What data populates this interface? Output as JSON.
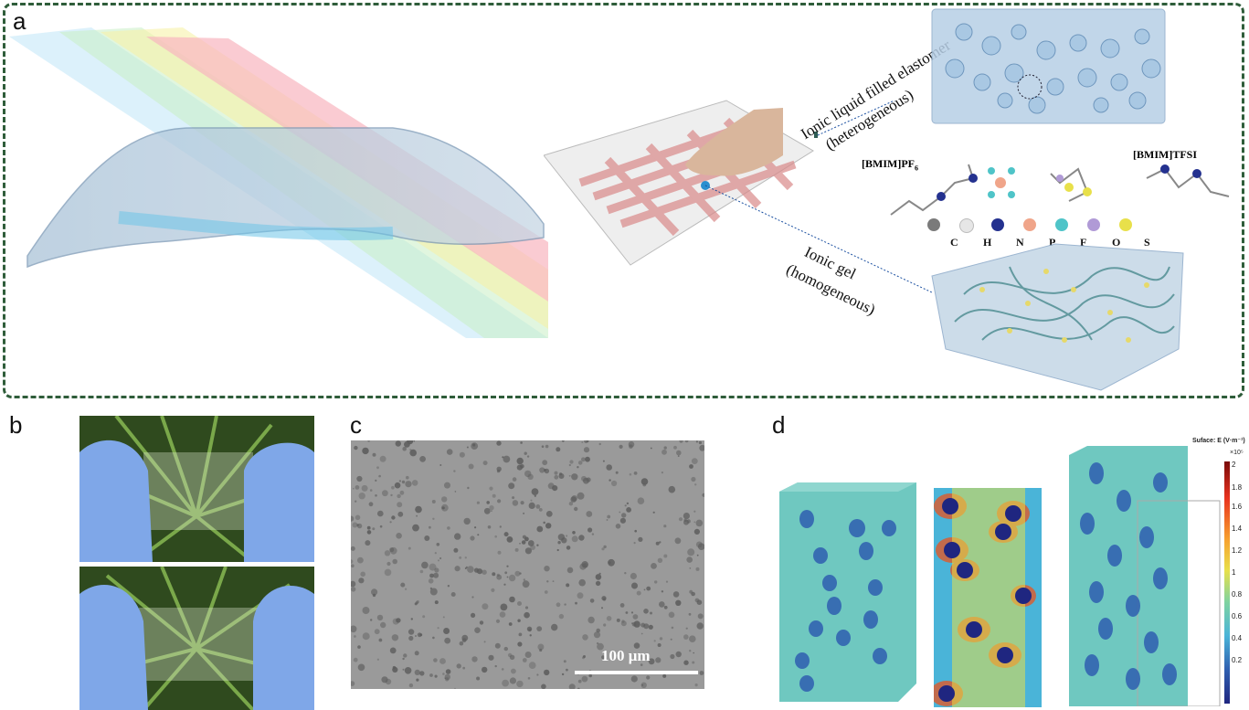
{
  "panels": {
    "a": "a",
    "b": "b",
    "c": "c",
    "d": "d"
  },
  "panel_a": {
    "label_elastomer_1": "Ionic liquid filled elastomer",
    "label_elastomer_2": "(heterogeneous)",
    "label_gel_1": "Ionic gel",
    "label_gel_2": "(homogeneous)",
    "ion_left": "[BMIM]PF",
    "ion_left_sub": "6",
    "ion_right": "[BMIM]TFSI",
    "atoms": [
      {
        "symbol": "C",
        "color": "#7a7a7a"
      },
      {
        "symbol": "H",
        "color": "#e6e6e6"
      },
      {
        "symbol": "N",
        "color": "#24318f"
      },
      {
        "symbol": "P",
        "color": "#f0a58a"
      },
      {
        "symbol": "F",
        "color": "#4fc4c8"
      },
      {
        "symbol": "O",
        "color": "#b09ad6"
      },
      {
        "symbol": "S",
        "color": "#e8e04a"
      }
    ]
  },
  "panel_c": {
    "scale_bar": "100 μm"
  },
  "panel_d": {
    "colorbar_title": "Suface: E (V·m⁻¹)",
    "colorbar_multiplier": "×10⁵",
    "colorbar_ticks": [
      "2",
      "1.8",
      "1.6",
      "1.4",
      "1.2",
      "1",
      "0.8",
      "0.6",
      "0.4",
      "0.2"
    ]
  }
}
